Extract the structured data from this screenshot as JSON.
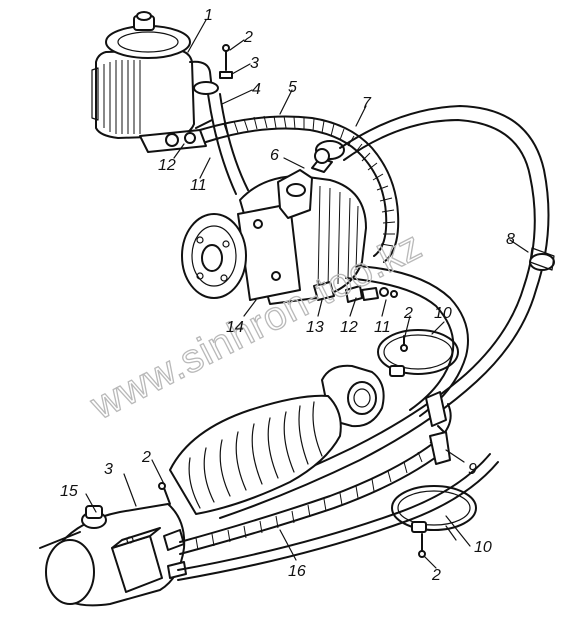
{
  "watermark": "www.sinhron-too.kz",
  "callouts": [
    {
      "num": "1"
    },
    {
      "num": "2"
    },
    {
      "num": "3"
    },
    {
      "num": "4"
    },
    {
      "num": "5"
    },
    {
      "num": "6"
    },
    {
      "num": "7"
    },
    {
      "num": "8"
    },
    {
      "num": "9"
    },
    {
      "num": "10"
    },
    {
      "num": "11"
    },
    {
      "num": "12"
    },
    {
      "num": "13"
    },
    {
      "num": "14"
    },
    {
      "num": "15"
    },
    {
      "num": "16"
    },
    {
      "num": "2"
    },
    {
      "num": "12"
    },
    {
      "num": "11"
    },
    {
      "num": "10"
    },
    {
      "num": "2"
    },
    {
      "num": "3"
    },
    {
      "num": "2"
    }
  ]
}
